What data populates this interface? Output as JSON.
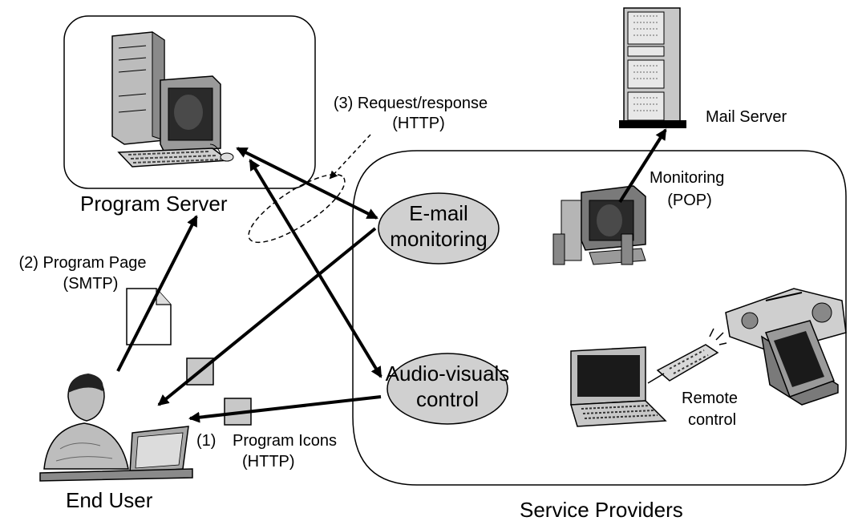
{
  "labels": {
    "program_server": "Program Server",
    "mail_server": "Mail Server",
    "end_user": "End User",
    "service_providers": "Service Providers",
    "request_response_1": "(3) Request/response",
    "request_response_2": "(HTTP)",
    "program_page_1": "(2) Program Page",
    "program_page_2": "(SMTP)",
    "program_icons_num": "(1)",
    "program_icons_1": "Program Icons",
    "program_icons_2": "(HTTP)",
    "monitoring_1": "Monitoring",
    "monitoring_2": "(POP)",
    "remote_1": "Remote",
    "remote_2": "control"
  },
  "nodes": {
    "email_1": "E-mail",
    "email_2": "monitoring",
    "av_1": "Audio-visuals",
    "av_2": "control"
  },
  "colors": {
    "node_fill": "#d0d0d0",
    "stroke": "#000000",
    "screen": "#2a2a2a"
  }
}
